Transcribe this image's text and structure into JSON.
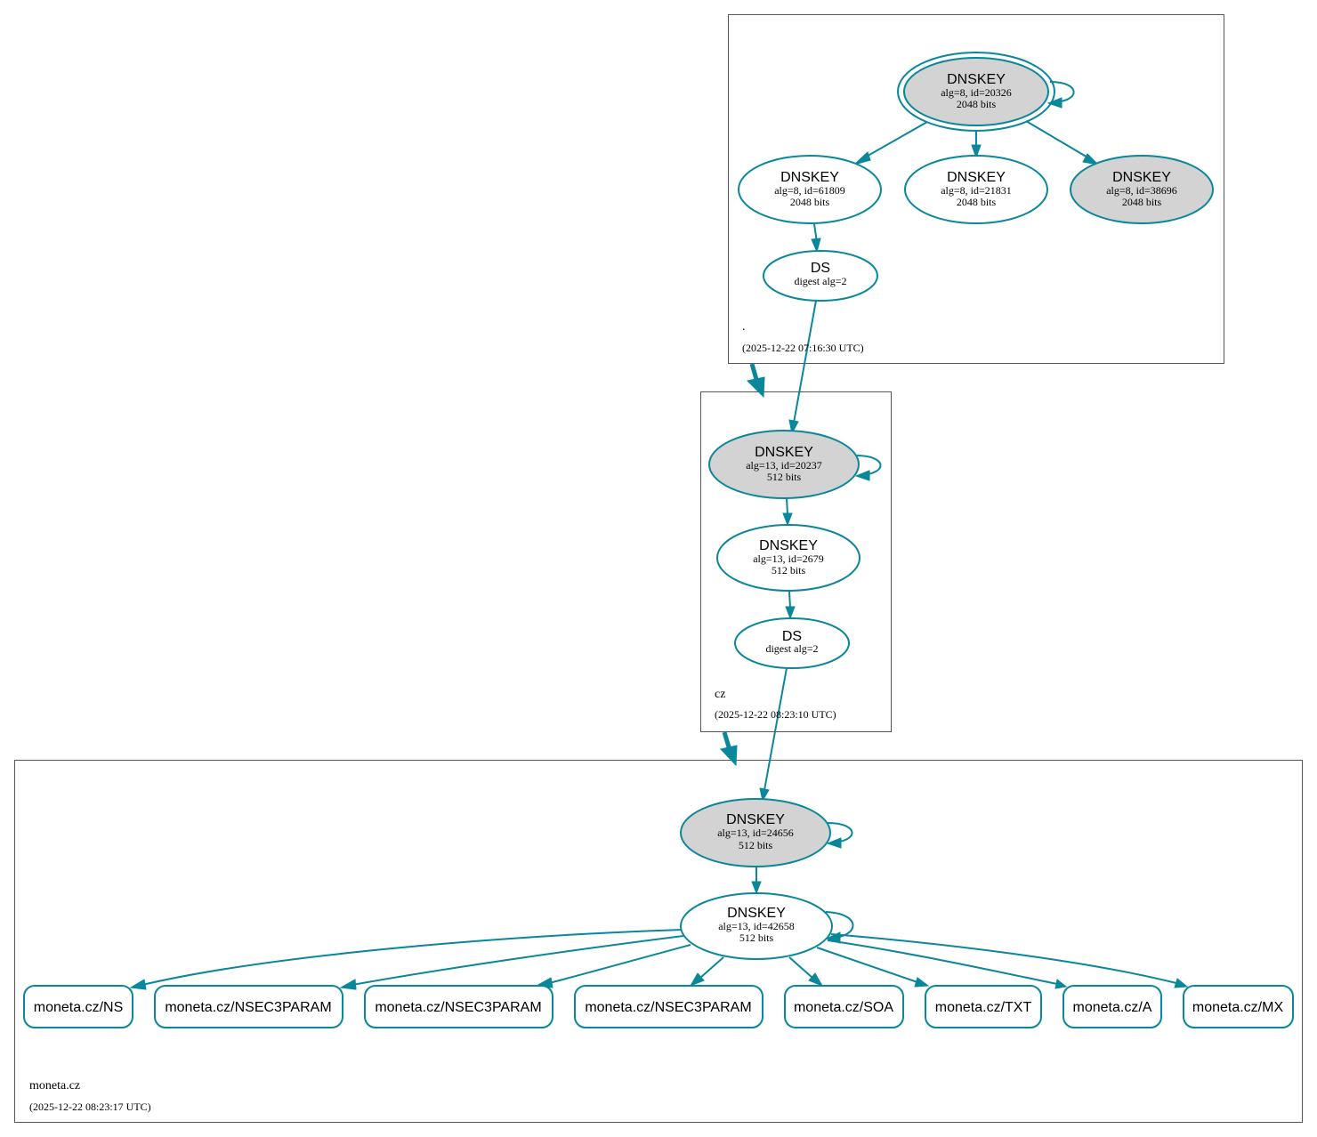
{
  "colors": {
    "edge": "#0a879a",
    "ksk_fill": "#d3d3d3",
    "zsk_fill": "#ffffff",
    "zone_border": "#555555"
  },
  "zones": {
    "root": {
      "name": ".",
      "timestamp": "(2025-12-22 07:16:30 UTC)"
    },
    "cz": {
      "name": "cz",
      "timestamp": "(2025-12-22 08:23:10 UTC)"
    },
    "moneta": {
      "name": "moneta.cz",
      "timestamp": "(2025-12-22 08:23:17 UTC)"
    }
  },
  "nodes": {
    "root_ksk": {
      "type": "DNSKEY",
      "line1": "alg=8, id=20326",
      "line2": "2048 bits"
    },
    "root_k61809": {
      "type": "DNSKEY",
      "line1": "alg=8, id=61809",
      "line2": "2048 bits"
    },
    "root_k21831": {
      "type": "DNSKEY",
      "line1": "alg=8, id=21831",
      "line2": "2048 bits"
    },
    "root_k38696": {
      "type": "DNSKEY",
      "line1": "alg=8, id=38696",
      "line2": "2048 bits"
    },
    "root_ds": {
      "type": "DS",
      "line1": "digest alg=2"
    },
    "cz_ksk": {
      "type": "DNSKEY",
      "line1": "alg=13, id=20237",
      "line2": "512 bits"
    },
    "cz_zsk": {
      "type": "DNSKEY",
      "line1": "alg=13, id=2679",
      "line2": "512 bits"
    },
    "cz_ds": {
      "type": "DS",
      "line1": "digest alg=2"
    },
    "moneta_ksk": {
      "type": "DNSKEY",
      "line1": "alg=13, id=24656",
      "line2": "512 bits"
    },
    "moneta_zsk": {
      "type": "DNSKEY",
      "line1": "alg=13, id=42658",
      "line2": "512 bits"
    }
  },
  "rrsets": [
    "moneta.cz/NS",
    "moneta.cz/NSEC3PARAM",
    "moneta.cz/NSEC3PARAM",
    "moneta.cz/NSEC3PARAM",
    "moneta.cz/SOA",
    "moneta.cz/TXT",
    "moneta.cz/A",
    "moneta.cz/MX"
  ]
}
